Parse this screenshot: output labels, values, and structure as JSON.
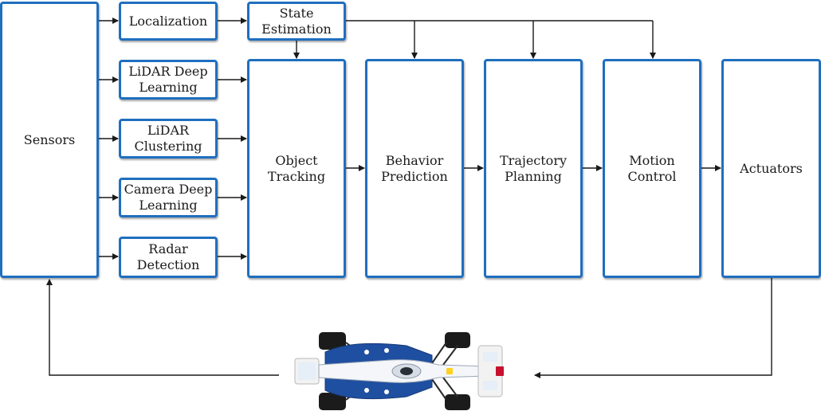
{
  "blocks": {
    "sensors": "Sensors",
    "localization": "Localization",
    "state_estimation": "State\nEstimation",
    "lidar_deep_learning": "LiDAR Deep\nLearning",
    "lidar_clustering": "LiDAR\nClustering",
    "camera_deep_learning": "Camera Deep\nLearning",
    "radar_detection": "Radar\nDetection",
    "object_tracking": "Object\nTracking",
    "behavior_prediction": "Behavior\nPrediction",
    "trajectory_planning": "Trajectory\nPlanning",
    "motion_control": "Motion\nControl",
    "actuators": "Actuators"
  },
  "colors": {
    "box_border": "#1f6fbf",
    "arrow": "#1a1a1a",
    "car_livery": "#1f4fa0"
  },
  "icons": {
    "vehicle": "race-car-top-view-icon"
  }
}
